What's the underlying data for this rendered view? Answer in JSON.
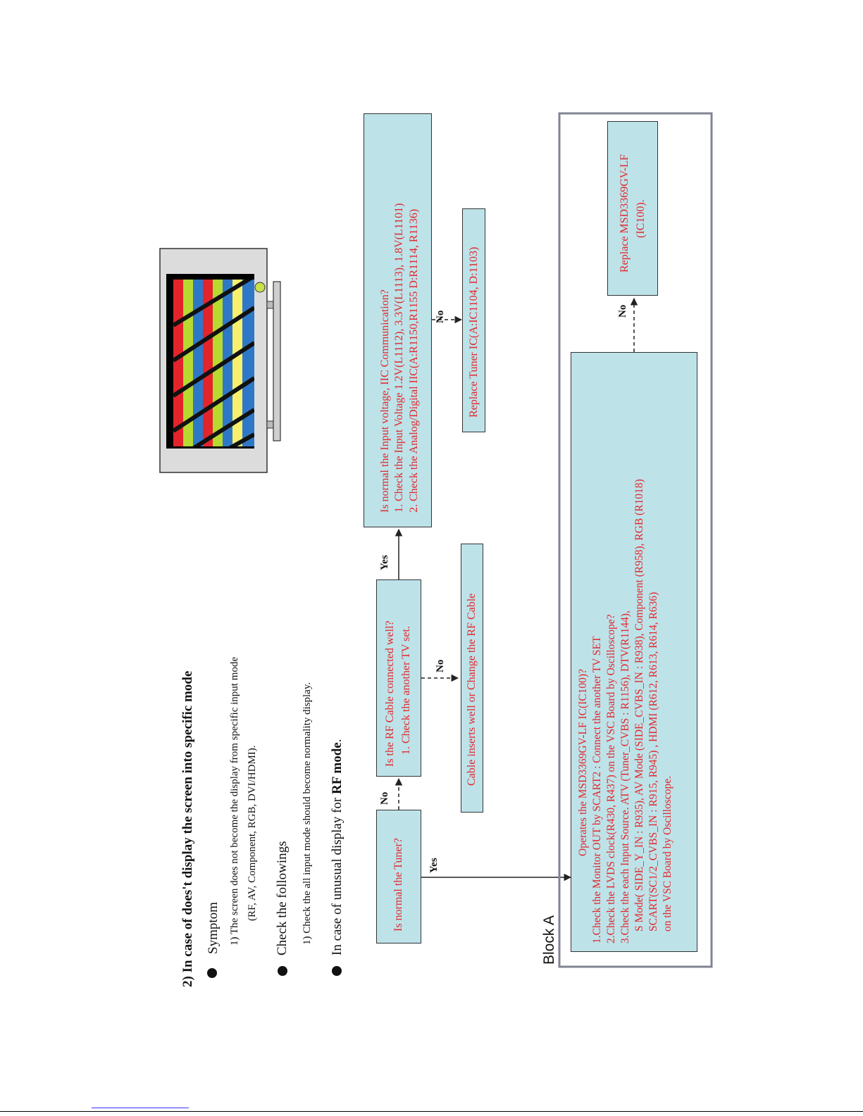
{
  "heading": "2) In case of does't display the screen into specific mode",
  "symptom": {
    "label": "Symptom",
    "line1": "1)   The screen does not become the display from specific input mode",
    "line2": "(RF, AV, Component, RGB, DVI/HDMI)."
  },
  "check": {
    "label": "Check the followings",
    "line1": "1)  Check the all input mode should become normality display."
  },
  "rf": {
    "prefix": "In case of unusual display for ",
    "bold": "RF mode",
    "suffix": "."
  },
  "block_a_label": "Block A",
  "flow": {
    "tuner_q": "Is normal the Tuner?",
    "rf_q_1": "Is the RF Cable connected well?",
    "rf_q_2": "1. Check the another TV set.",
    "cable_action": "Cable inserts well or Change the RF Cable",
    "input_q_1": "Is normal the Input voltage, IIC Communication?",
    "input_q_2": "1. Check the Input Voltage 1.2V(L1112), 3.3V(L1113), 1.8V(L1101)",
    "input_q_3": "2.  Check the Analog/Digital IIC(A:R1150,R1155 D:R1114, R1136)",
    "replace_tuner": "Replace Tuner IC(A:IC1104, D:1103)",
    "msd_lines": [
      "Operates the MSD3369GV-LF IC(IC100)?",
      "1.Check the Monitor OUT by SCART2 : Connect the another TV SET",
      "2.Check the LVDS clock(R430, R437) on the VSC Board by Oscilloscope?",
      "3.Check the each Input Source. ATV (Tuner_CVBS : R1156), DTV(R1144),",
      "S Mode( SIDE_Y_IN : R935), AV Mode (SIDE_CVBS_IN : R938), Component (R958), RGB (R1018)",
      "SCART(SC1/2_CVBS_IN : R915, R945) , HDMI (R612, R613, R614, R636)",
      "on the VSC Board by Oscilloscope."
    ],
    "replace_msd_1": "Replace MSD3369GV-LF",
    "replace_msd_2": "(IC100).",
    "yes": "Yes",
    "no": "No"
  },
  "colors": {
    "box_fill": "#bde3e9",
    "text_red": "#e3262b",
    "block_border": "#7f8590"
  },
  "icons": [
    "tv-illustration-icon"
  ]
}
